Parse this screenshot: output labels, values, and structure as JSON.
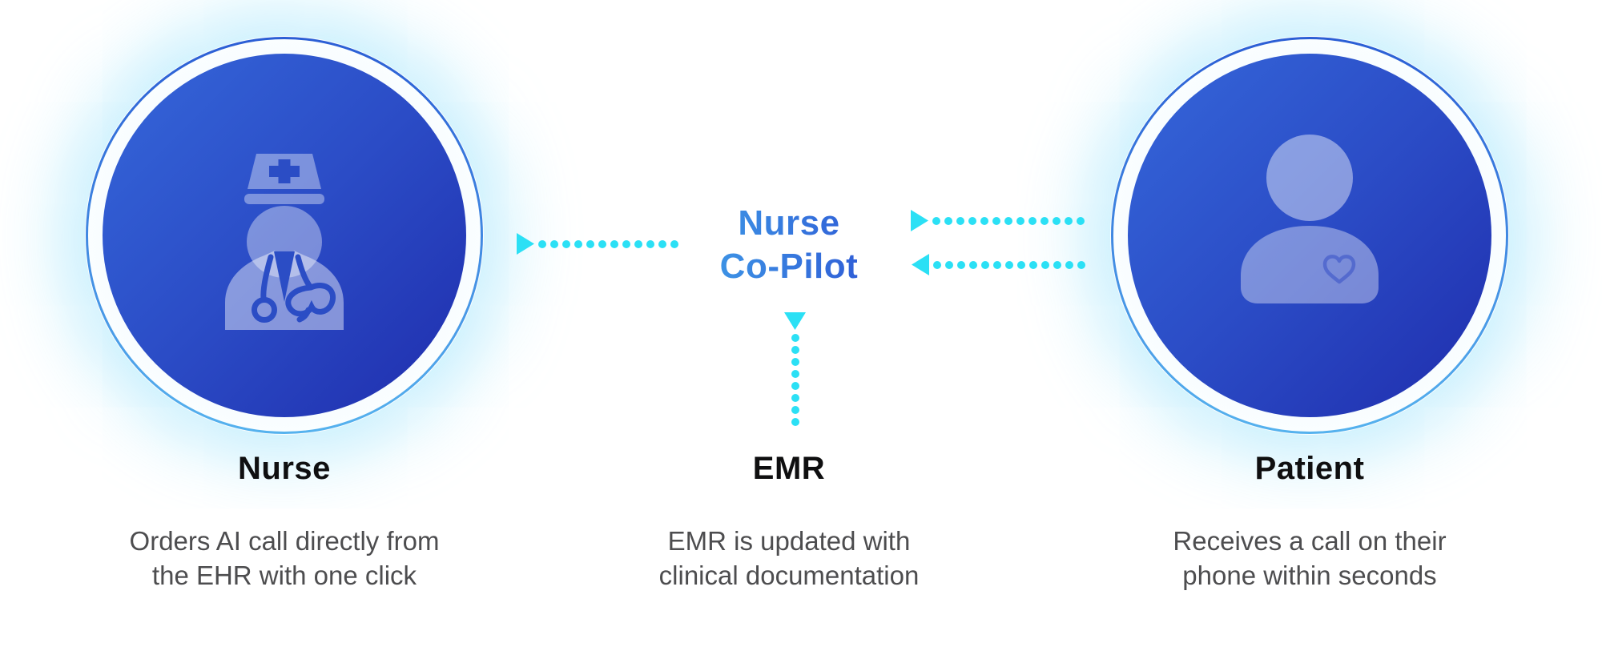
{
  "palette": {
    "arrow_cyan": "#2BE0F5",
    "circle_grad_1": "#3567DA",
    "circle_grad_2": "#2B4CC6",
    "circle_grad_3": "#1F2DAD",
    "ring_grad_top": "#2B5ED5",
    "ring_grad_bottom": "#55B2EE",
    "glow": "rgba(178,233,252,0.75)",
    "copilot_grad_start": "#41A4EA",
    "copilot_grad_end": "#2C4ED2",
    "title_color": "#0F0F10",
    "desc_color": "#4D4D4F",
    "icon_light": "rgba(255,255,255,0.38)",
    "icon_lighter": "rgba(255,255,255,0.44)",
    "icon_detail": "#2B4DC5",
    "heart_stroke": "#4059C9"
  },
  "copilot": {
    "line1": "Nurse",
    "line2": "Co-Pilot"
  },
  "nodes": {
    "nurse": {
      "title": "Nurse",
      "icon": "nurse-icon",
      "description_lines": [
        "Orders AI call directly from",
        "the EHR with one click"
      ]
    },
    "emr": {
      "title": "EMR",
      "description_lines": [
        "EMR is updated with",
        "clinical documentation"
      ]
    },
    "patient": {
      "title": "Patient",
      "icon": "patient-icon",
      "description_lines": [
        "Receives a call on their",
        "phone within seconds"
      ]
    }
  },
  "connectors": {
    "nurse_to_copilot": {
      "direction": "right",
      "dots": 12
    },
    "copilot_to_patient": {
      "direction": "right",
      "dots": 13
    },
    "patient_to_copilot": {
      "direction": "left",
      "dots": 13
    },
    "copilot_to_emr": {
      "direction": "down",
      "dots": 8
    }
  }
}
